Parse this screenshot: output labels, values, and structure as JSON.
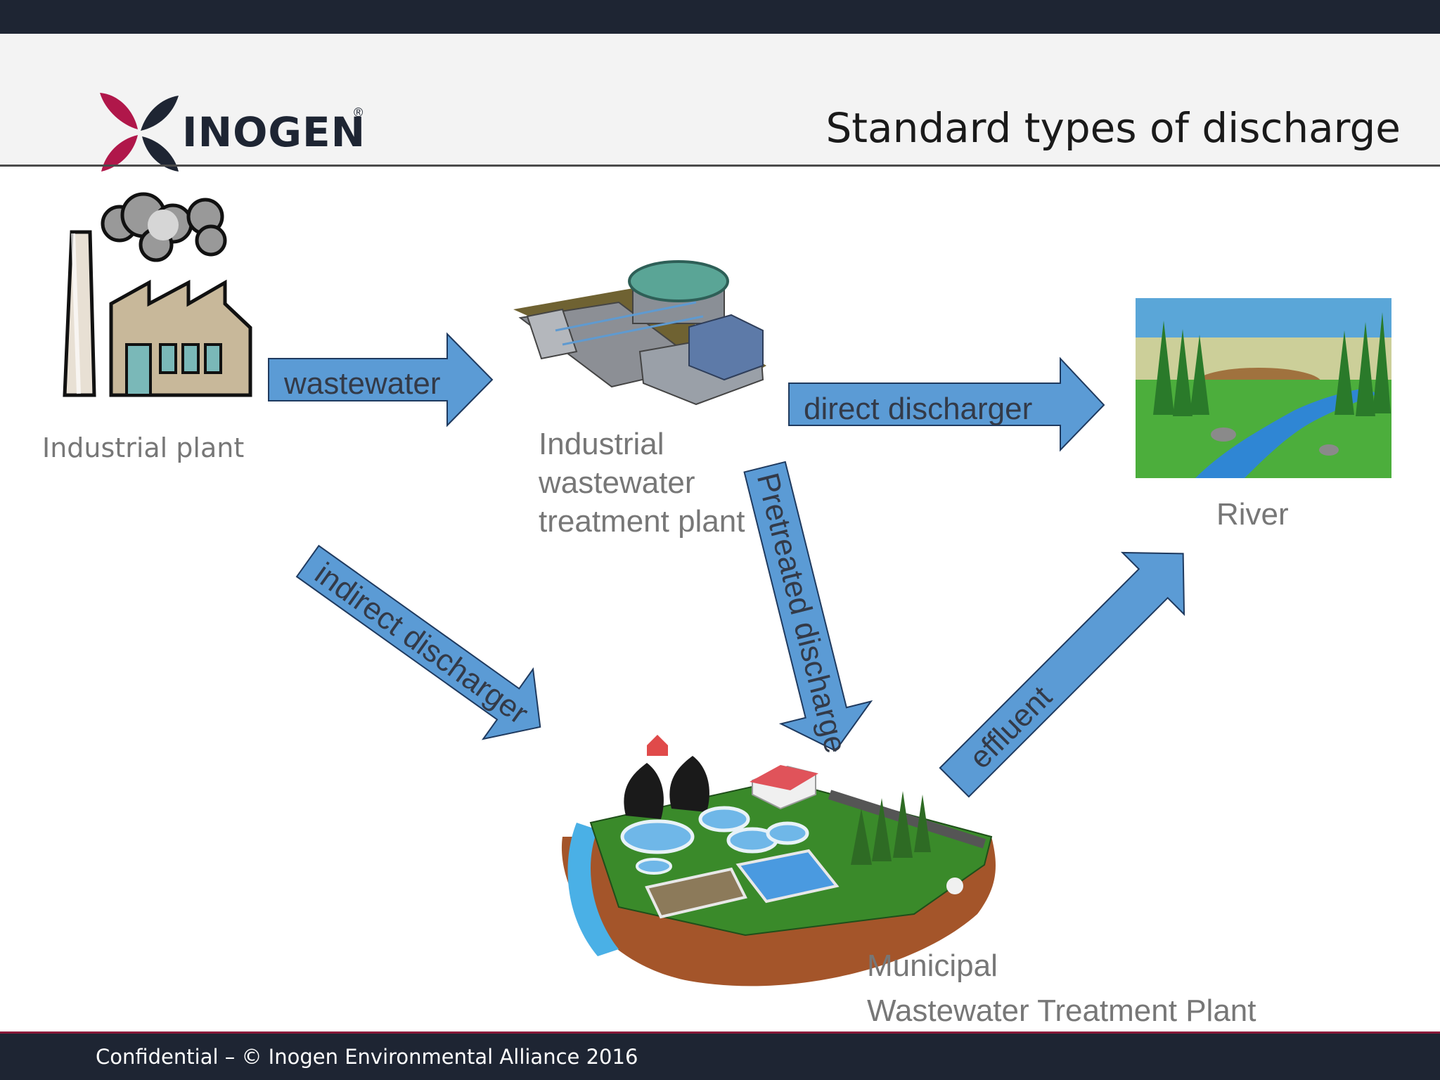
{
  "header": {
    "logo_text": "INOGEN",
    "logo_registered": "®",
    "title": "Standard types of discharge"
  },
  "nodes": {
    "industrial_plant": "Industrial plant",
    "industrial_wwtp": [
      "Industrial",
      "wastewater",
      "treatment plant"
    ],
    "river": "River",
    "municipal_wwtp": [
      "Municipal",
      "Wastewater Treatment Plant"
    ]
  },
  "arrows": {
    "wastewater": "wastewater",
    "direct_discharger": "direct discharger",
    "indirect_discharger": "indirect discharger",
    "pretreated_discharge": "Pretreated discharge",
    "effluent": "effluent"
  },
  "footer": {
    "text": "Confidential – © Inogen Environmental Alliance 2016"
  },
  "colors": {
    "arrow_fill": "#5b9bd5",
    "arrow_stroke": "#1f3a5f",
    "brand_magenta": "#b0174a",
    "navy": "#1e2533"
  }
}
